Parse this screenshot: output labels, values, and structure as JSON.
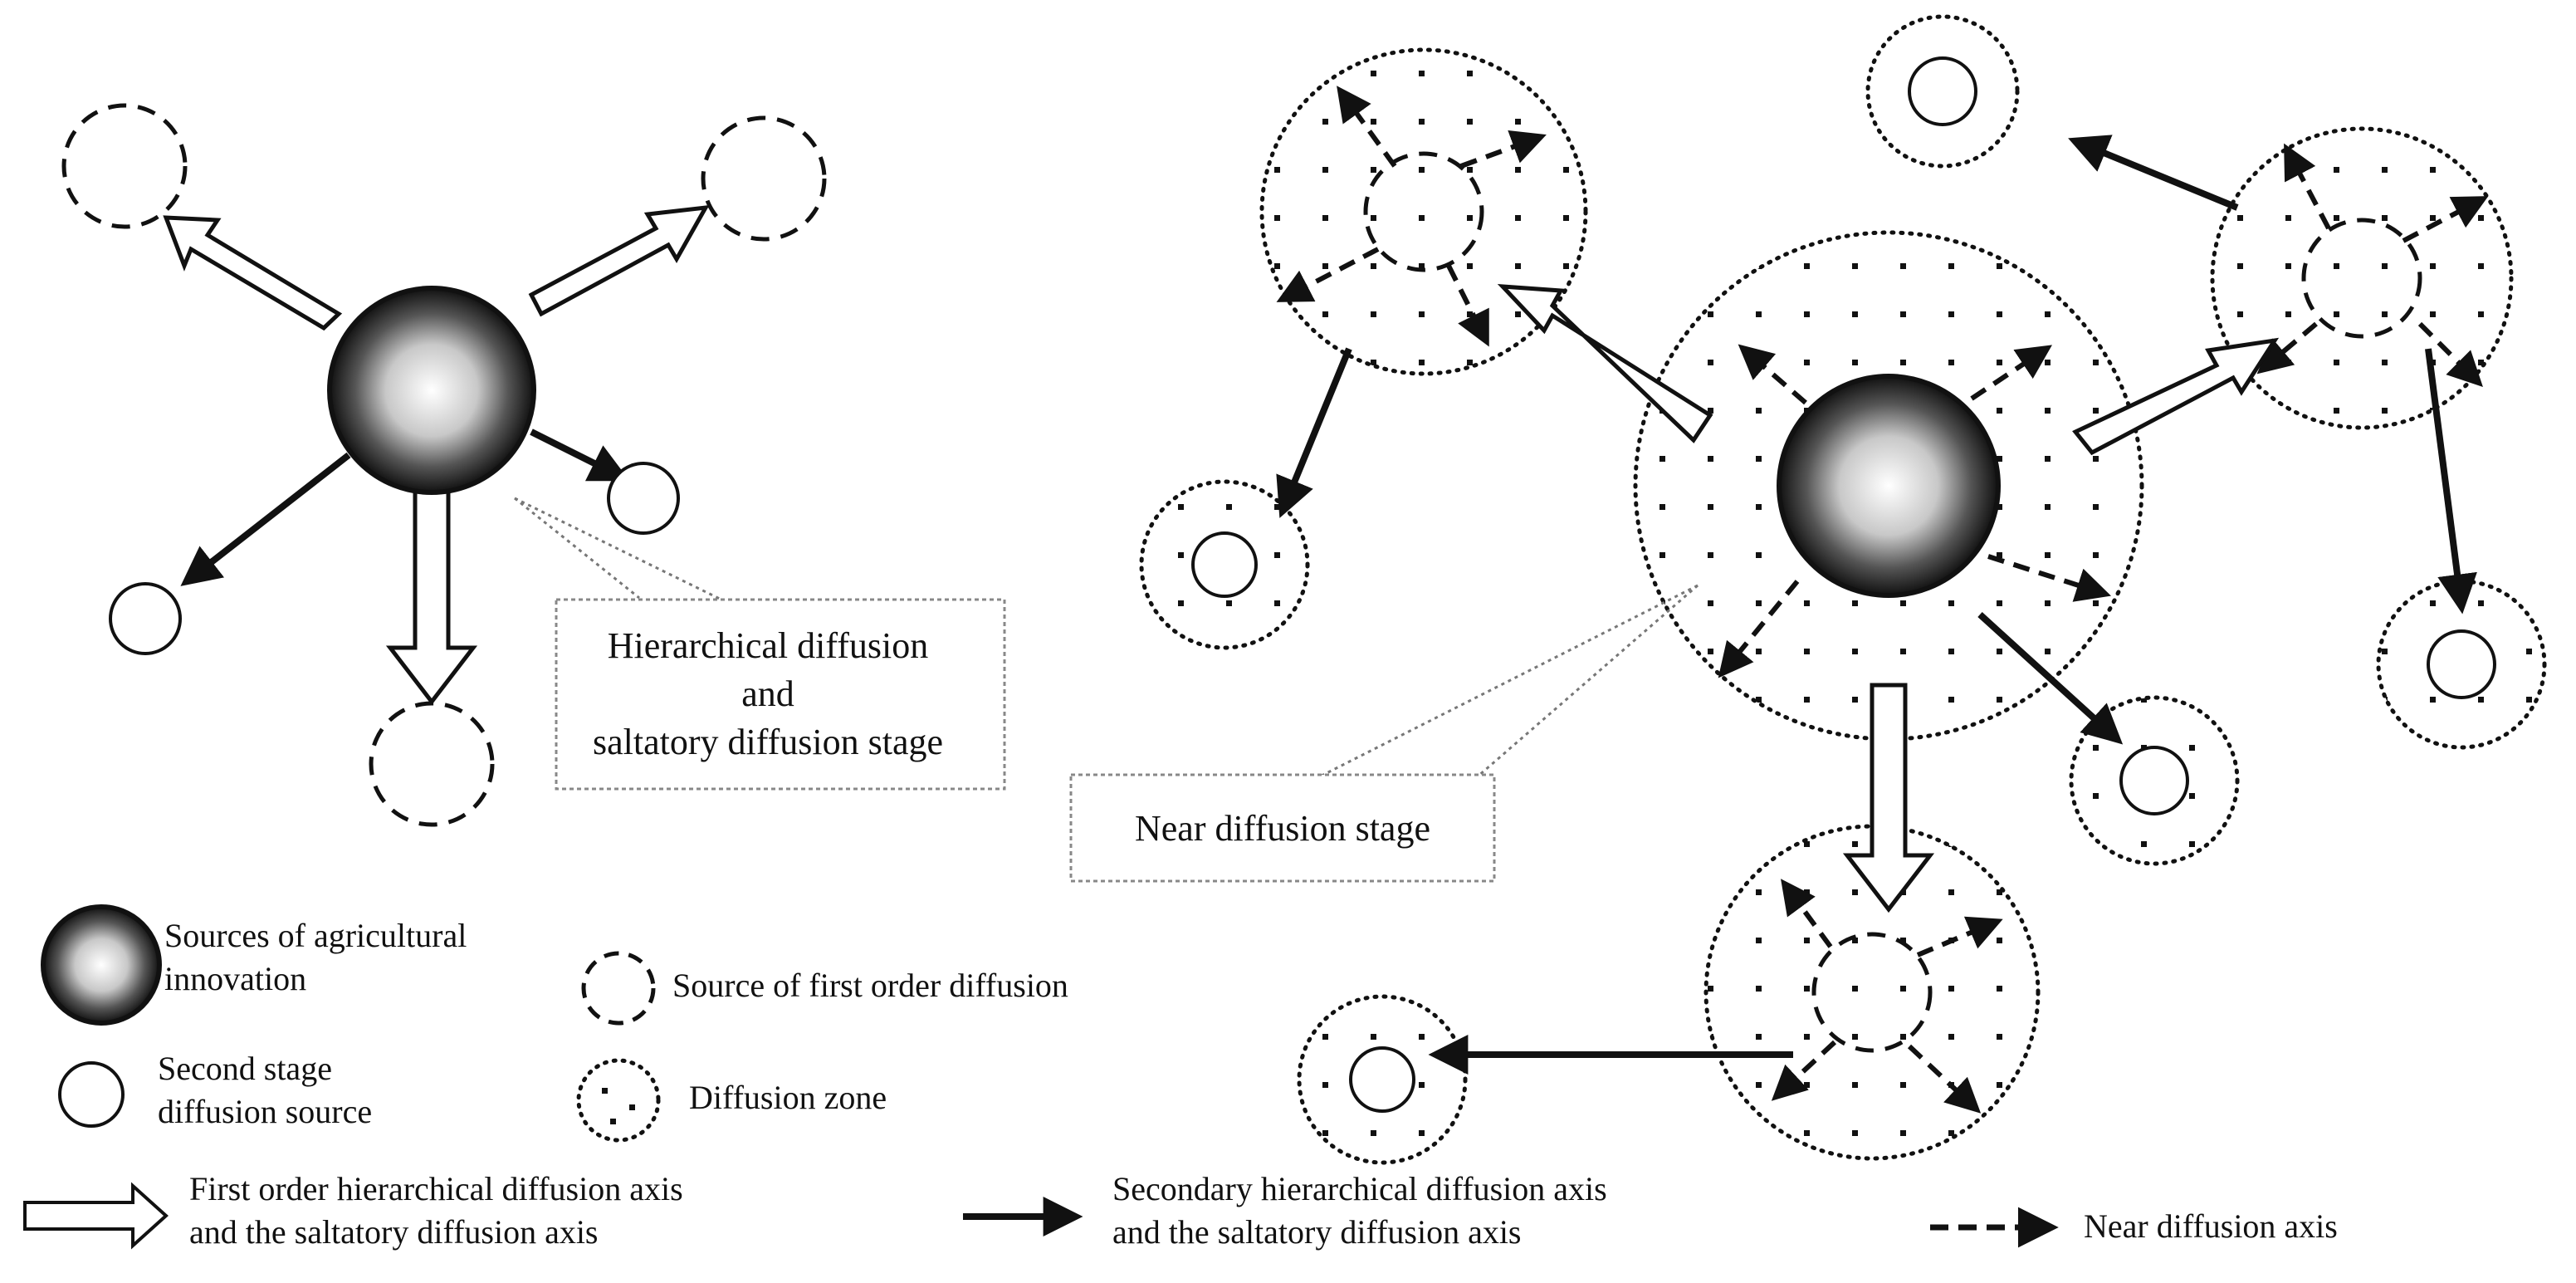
{
  "labels": {
    "stage_left_line1": "Hierarchical diffusion",
    "stage_left_line2": "and",
    "stage_left_line3": "saltatory diffusion stage",
    "stage_right": "Near diffusion stage"
  },
  "legend": {
    "sources": "Sources of agricultural",
    "sources_line2": "innovation",
    "first_order": "Source of first order diffusion",
    "second_stage": "Second stage",
    "second_stage_line2": "diffusion source",
    "zone": "Diffusion zone",
    "axis_first": "First order hierarchical diffusion axis",
    "axis_first_line2": "and the saltatory diffusion axis",
    "axis_secondary": "Secondary hierarchical diffusion axis",
    "axis_secondary_line2": "and the saltatory diffusion axis",
    "axis_near": "Near diffusion axis"
  }
}
